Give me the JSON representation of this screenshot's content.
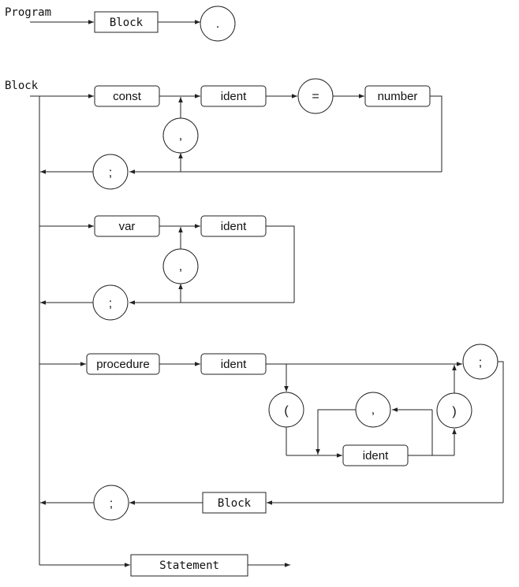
{
  "diagram": {
    "program": {
      "title": "Program",
      "block": "Block",
      "period": "."
    },
    "block": {
      "title": "Block",
      "const_section": {
        "keyword": "const",
        "ident": "ident",
        "equals": "=",
        "number": "number",
        "comma": ",",
        "semicolon": ";"
      },
      "var_section": {
        "keyword": "var",
        "ident": "ident",
        "comma": ",",
        "semicolon": ";"
      },
      "procedure_section": {
        "keyword": "procedure",
        "ident": "ident",
        "lparen": "(",
        "comma": ",",
        "param_ident": "ident",
        "rparen": ")",
        "semicolon": ";",
        "block": "Block",
        "end_semicolon": ";"
      },
      "statement": "Statement"
    }
  },
  "colors": {
    "stroke": "#222222",
    "background": "#ffffff",
    "text": "#111111"
  }
}
